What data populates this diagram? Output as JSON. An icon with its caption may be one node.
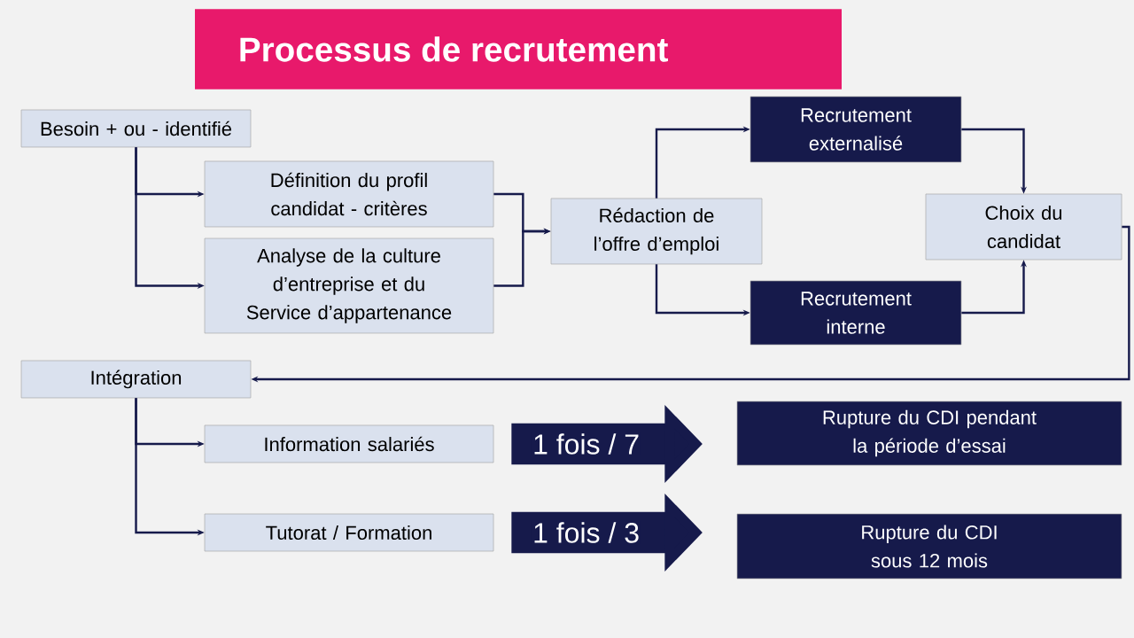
{
  "diagram": {
    "title": "Processus de recrutement",
    "nodes": [
      {
        "text": [
          "Besoin + ou - identifié"
        ]
      },
      {
        "text": [
          "Définition du profil candidat - critères"
        ]
      },
      {
        "text": [
          "Analyse de la culture d’entreprise et du Service d’appartenance"
        ]
      },
      {
        "text": [
          "Rédaction de l’offre d’emploi"
        ]
      },
      {
        "text": [
          "Recrutement externalisé"
        ]
      },
      {
        "text": [
          "Recrutement interne"
        ]
      },
      {
        "text": [
          "Choix du candidat"
        ]
      },
      {
        "text": [
          "Intégration"
        ]
      },
      {
        "text": [
          "Information salariés"
        ]
      },
      {
        "text": [
          "Rupture du CDI pendant la période d’essai"
        ]
      },
      {
        "text": [
          "Tutorat / Formation"
        ]
      },
      {
        "text": [
          "Rupture du CDI sous 12 mois"
        ]
      }
    ],
    "edges": [
      {
        "from": 0,
        "to": 1,
        "arrow": "to"
      },
      {
        "from": 0,
        "to": 2,
        "arrow": "to"
      },
      {
        "from": 1,
        "to": 3,
        "arrow": "to"
      },
      {
        "from": 2,
        "to": 3,
        "arrow": "to"
      },
      {
        "from": 3,
        "to": 4,
        "arrow": "to"
      },
      {
        "from": 3,
        "to": 5,
        "arrow": "to"
      },
      {
        "from": 4,
        "to": 6,
        "arrow": "to"
      },
      {
        "from": 5,
        "to": 6,
        "arrow": "to"
      },
      {
        "from": 6,
        "to": 7,
        "arrow": "to"
      },
      {
        "from": 7,
        "to": 8,
        "arrow": "to"
      },
      {
        "from": 7,
        "to": 10,
        "arrow": "to"
      },
      {
        "from": 8,
        "to": 9,
        "arrow": "to",
        "label": "1 fois / 7",
        "style": "thick"
      },
      {
        "from": 10,
        "to": 11,
        "arrow": "to",
        "label": "1 fois / 3",
        "style": "thick"
      }
    ]
  }
}
